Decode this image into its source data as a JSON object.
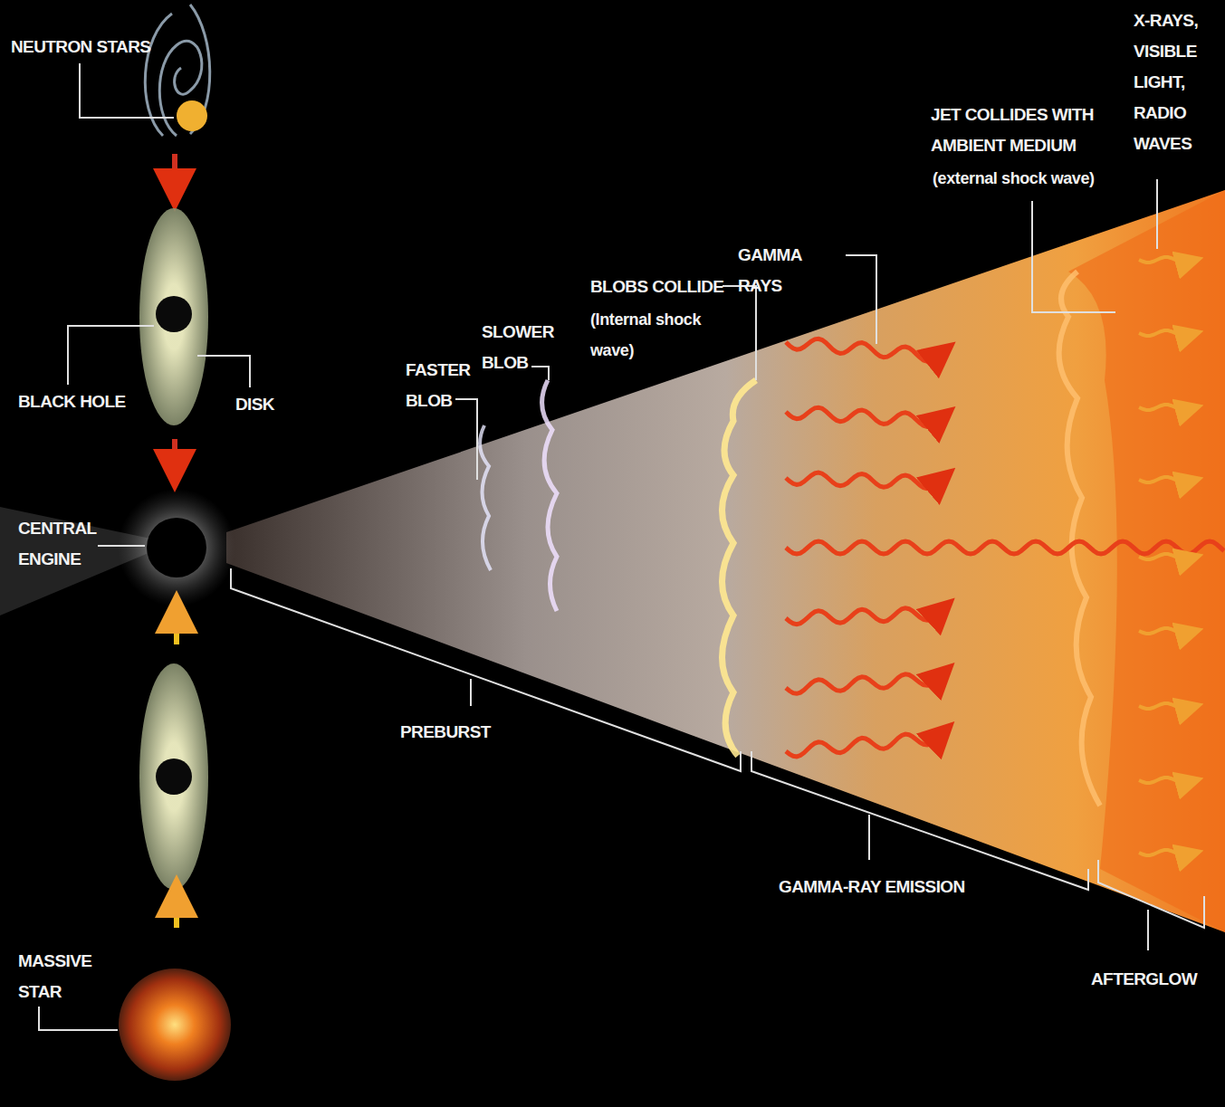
{
  "diagram": {
    "labels": [
      "NEUTRON STARS",
      "X-RAYS, VISIBLE LIGHT, RADIO WAVES",
      "JET COLLIDES WITH AMBIENT MEDIUM",
      "(external shock wave)",
      "GAMMA RAYS",
      "BLOBS COLLIDE",
      "(Internal shock wave)",
      "SLOWER BLOB",
      "FASTER BLOB",
      "BLACK HOLE",
      "DISK",
      "CENTRAL ENGINE",
      "PREBURST",
      "GAMMA-RAY EMISSION",
      "MASSIVE STAR",
      "AFTERGLOW"
    ]
  }
}
